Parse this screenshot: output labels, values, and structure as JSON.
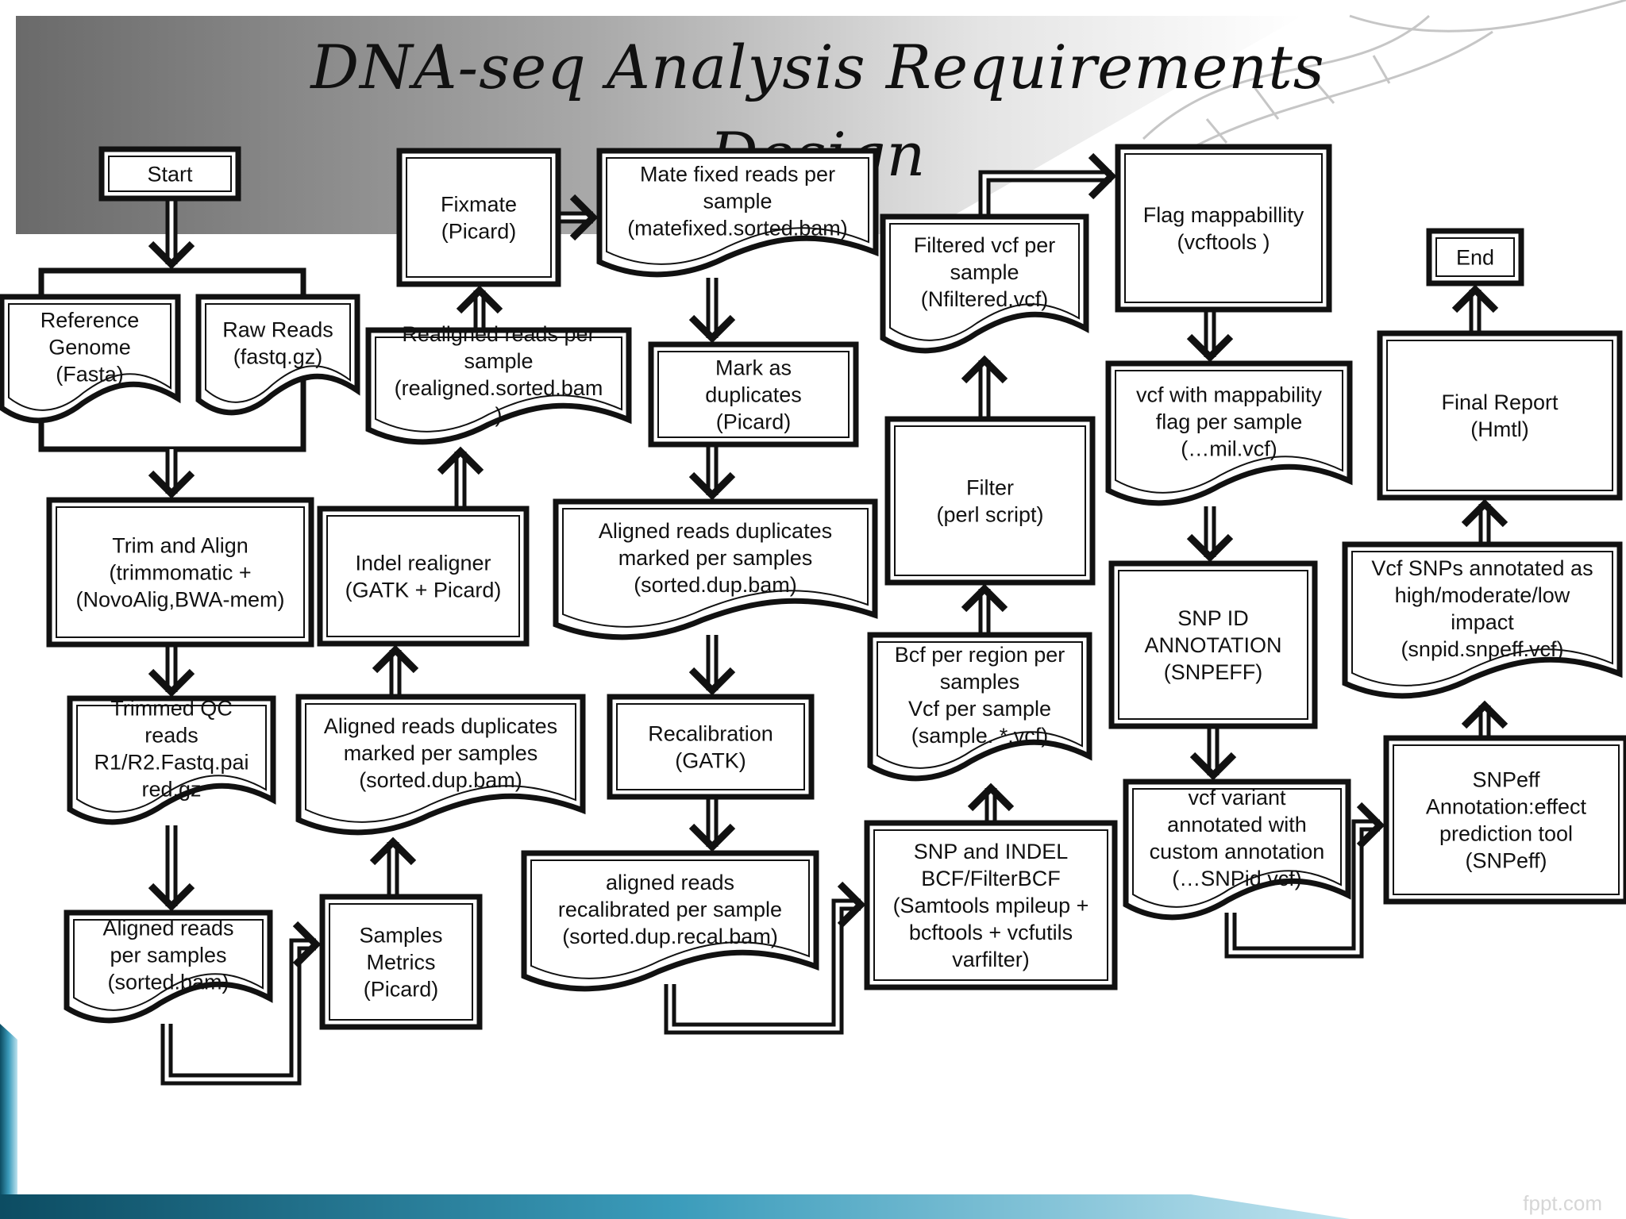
{
  "title": "DNA-seq Analysis Requirements Design",
  "watermark": "fppt.com",
  "nodes": [
    {
      "id": "start",
      "shape": "terminal",
      "lines": [
        "Start"
      ]
    },
    {
      "id": "ref-genome",
      "shape": "document",
      "lines": [
        "Reference",
        "Genome",
        "(Fasta)"
      ]
    },
    {
      "id": "raw-reads",
      "shape": "document",
      "lines": [
        "Raw Reads",
        "(fastq.gz)"
      ]
    },
    {
      "id": "trim-align",
      "shape": "process",
      "lines": [
        "Trim and Align",
        "(trimmomatic +",
        "(NovoAlig,BWA-mem)"
      ]
    },
    {
      "id": "trimmed-qc",
      "shape": "document",
      "lines": [
        "Trimmed QC",
        "reads",
        "R1/R2.Fastq.pai",
        "red.gz"
      ]
    },
    {
      "id": "aligned-reads",
      "shape": "document",
      "lines": [
        "Aligned reads",
        "per samples",
        "(sorted.bam)"
      ]
    },
    {
      "id": "samples-metrics",
      "shape": "process",
      "lines": [
        "Samples",
        "Metrics",
        "(Picard)"
      ]
    },
    {
      "id": "dup-marked-1",
      "shape": "document",
      "lines": [
        "Aligned reads duplicates",
        "marked per samples",
        "(sorted.dup.bam)"
      ]
    },
    {
      "id": "indel-realigner",
      "shape": "process",
      "lines": [
        "Indel realigner",
        "(GATK + Picard)"
      ]
    },
    {
      "id": "realigned-reads",
      "shape": "document",
      "lines": [
        "Realigned reads per",
        "sample",
        "(realigned.sorted.bam",
        ")"
      ]
    },
    {
      "id": "fixmate",
      "shape": "process",
      "lines": [
        "Fixmate",
        "(Picard)"
      ]
    },
    {
      "id": "mate-fixed",
      "shape": "document",
      "lines": [
        "Mate fixed reads per",
        "sample",
        "(matefixed.sorted.bam)"
      ]
    },
    {
      "id": "mark-duplicates",
      "shape": "process",
      "lines": [
        "Mark as",
        "duplicates",
        "(Picard)"
      ]
    },
    {
      "id": "dup-marked-2",
      "shape": "document",
      "lines": [
        "Aligned reads duplicates",
        "marked per samples",
        "(sorted.dup.bam)"
      ]
    },
    {
      "id": "recalibration",
      "shape": "process",
      "lines": [
        "Recalibration",
        "(GATK)"
      ]
    },
    {
      "id": "recal-reads",
      "shape": "document",
      "lines": [
        "aligned reads",
        "recalibrated per sample",
        "(sorted.dup.recal.bam)"
      ]
    },
    {
      "id": "snp-indel",
      "shape": "process",
      "lines": [
        "SNP and INDEL",
        "BCF/FilterBCF",
        "(Samtools mpileup +",
        "bcftools + vcfutils",
        "varfilter)"
      ]
    },
    {
      "id": "bcf-region",
      "shape": "document",
      "lines": [
        "Bcf per region per",
        "samples",
        "Vcf per sample",
        "(sample. *.vcf)"
      ]
    },
    {
      "id": "filter",
      "shape": "process",
      "lines": [
        "Filter",
        "(perl script)"
      ]
    },
    {
      "id": "filtered-vcf",
      "shape": "document",
      "lines": [
        "Filtered vcf per",
        "sample",
        "(Nfiltered.vcf)"
      ]
    },
    {
      "id": "flag-mappability",
      "shape": "process",
      "lines": [
        "Flag mappabillity",
        "(vcftools )"
      ]
    },
    {
      "id": "vcf-mappability",
      "shape": "document",
      "lines": [
        "vcf with mappability",
        "flag per sample",
        "(…mil.vcf)"
      ]
    },
    {
      "id": "snp-id-annotation",
      "shape": "process",
      "lines": [
        "SNP ID",
        "ANNOTATION",
        "(SNPEFF)"
      ]
    },
    {
      "id": "vcf-annotated",
      "shape": "document",
      "lines": [
        "vcf  variant",
        "annotated with",
        "custom annotation",
        "(…SNPid.vcf)"
      ]
    },
    {
      "id": "snpeff",
      "shape": "process",
      "lines": [
        "SNPeff",
        "Annotation:effect",
        "prediction tool",
        "(SNPeff)"
      ]
    },
    {
      "id": "vcf-snps-impact",
      "shape": "document",
      "lines": [
        "Vcf SNPs annotated as",
        "high/moderate/low",
        "impact",
        "(snpid.snpeff.vcf)"
      ]
    },
    {
      "id": "final-report",
      "shape": "process",
      "lines": [
        "Final Report",
        "(Hmtl)"
      ]
    },
    {
      "id": "end",
      "shape": "terminal",
      "lines": [
        "End"
      ]
    }
  ]
}
